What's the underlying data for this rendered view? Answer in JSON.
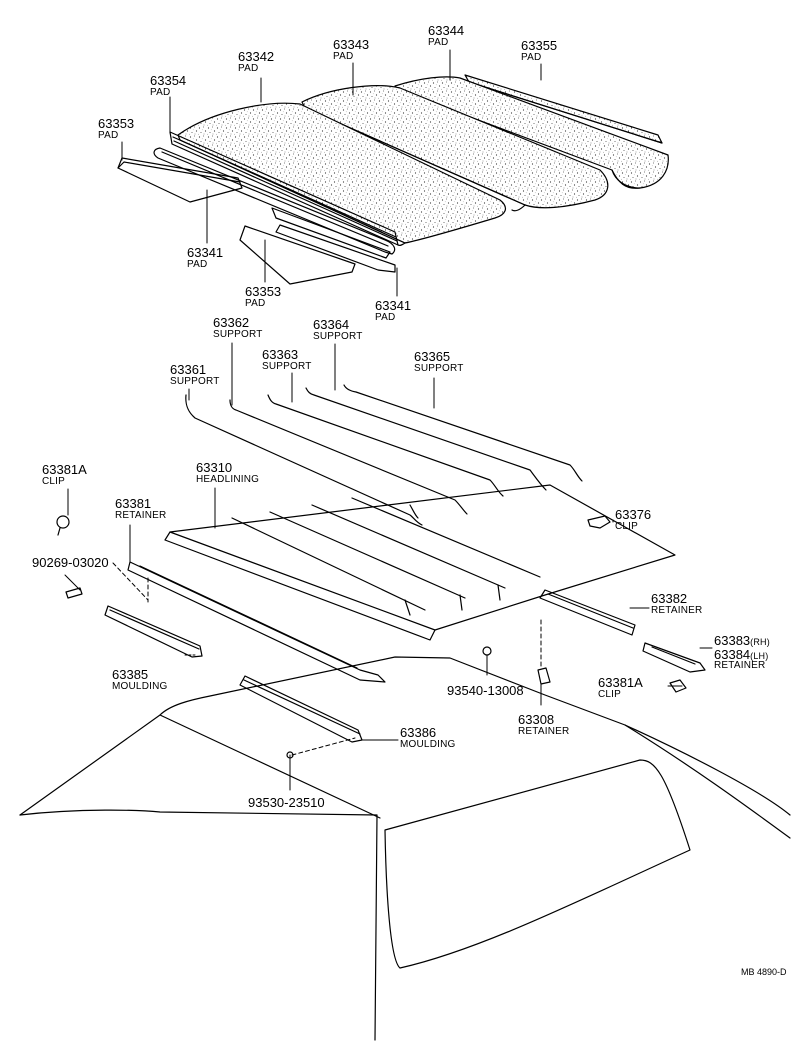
{
  "parts": {
    "p63342": {
      "num": "63342",
      "name": "PAD"
    },
    "p63343": {
      "num": "63343",
      "name": "PAD"
    },
    "p63344": {
      "num": "63344",
      "name": "PAD"
    },
    "p63355": {
      "num": "63355",
      "name": "PAD"
    },
    "p63354": {
      "num": "63354",
      "name": "PAD"
    },
    "p63353a": {
      "num": "63353",
      "name": "PAD"
    },
    "p63341a": {
      "num": "63341",
      "name": "PAD"
    },
    "p63353b": {
      "num": "63353",
      "name": "PAD"
    },
    "p63341b": {
      "num": "63341",
      "name": "PAD"
    },
    "p63362": {
      "num": "63362",
      "name": "SUPPORT"
    },
    "p63364": {
      "num": "63364",
      "name": "SUPPORT"
    },
    "p63363": {
      "num": "63363",
      "name": "SUPPORT"
    },
    "p63365": {
      "num": "63365",
      "name": "SUPPORT"
    },
    "p63361": {
      "num": "63361",
      "name": "SUPPORT"
    },
    "p63381A_a": {
      "num": "63381A",
      "name": "CLIP"
    },
    "p63310": {
      "num": "63310",
      "name": "HEADLINING"
    },
    "p63381": {
      "num": "63381",
      "name": "RETAINER"
    },
    "p63376": {
      "num": "63376",
      "name": "CLIP"
    },
    "p90269": {
      "num": "90269-03020"
    },
    "p63382": {
      "num": "63382",
      "name": "RETAINER"
    },
    "p63383": {
      "num": "63383",
      "suffix": "(RH)"
    },
    "p63384": {
      "num": "63384",
      "suffix": "(LH)",
      "name": "RETAINER"
    },
    "p63385": {
      "num": "63385",
      "name": "MOULDING"
    },
    "p63381A_b": {
      "num": "63381A",
      "name": "CLIP"
    },
    "p93540": {
      "num": "93540-13008"
    },
    "p63308": {
      "num": "63308",
      "name": "RETAINER"
    },
    "p63386": {
      "num": "63386",
      "name": "MOULDING"
    },
    "p93530": {
      "num": "93530-23510"
    }
  },
  "drawing_ref": "MB 4890-D"
}
